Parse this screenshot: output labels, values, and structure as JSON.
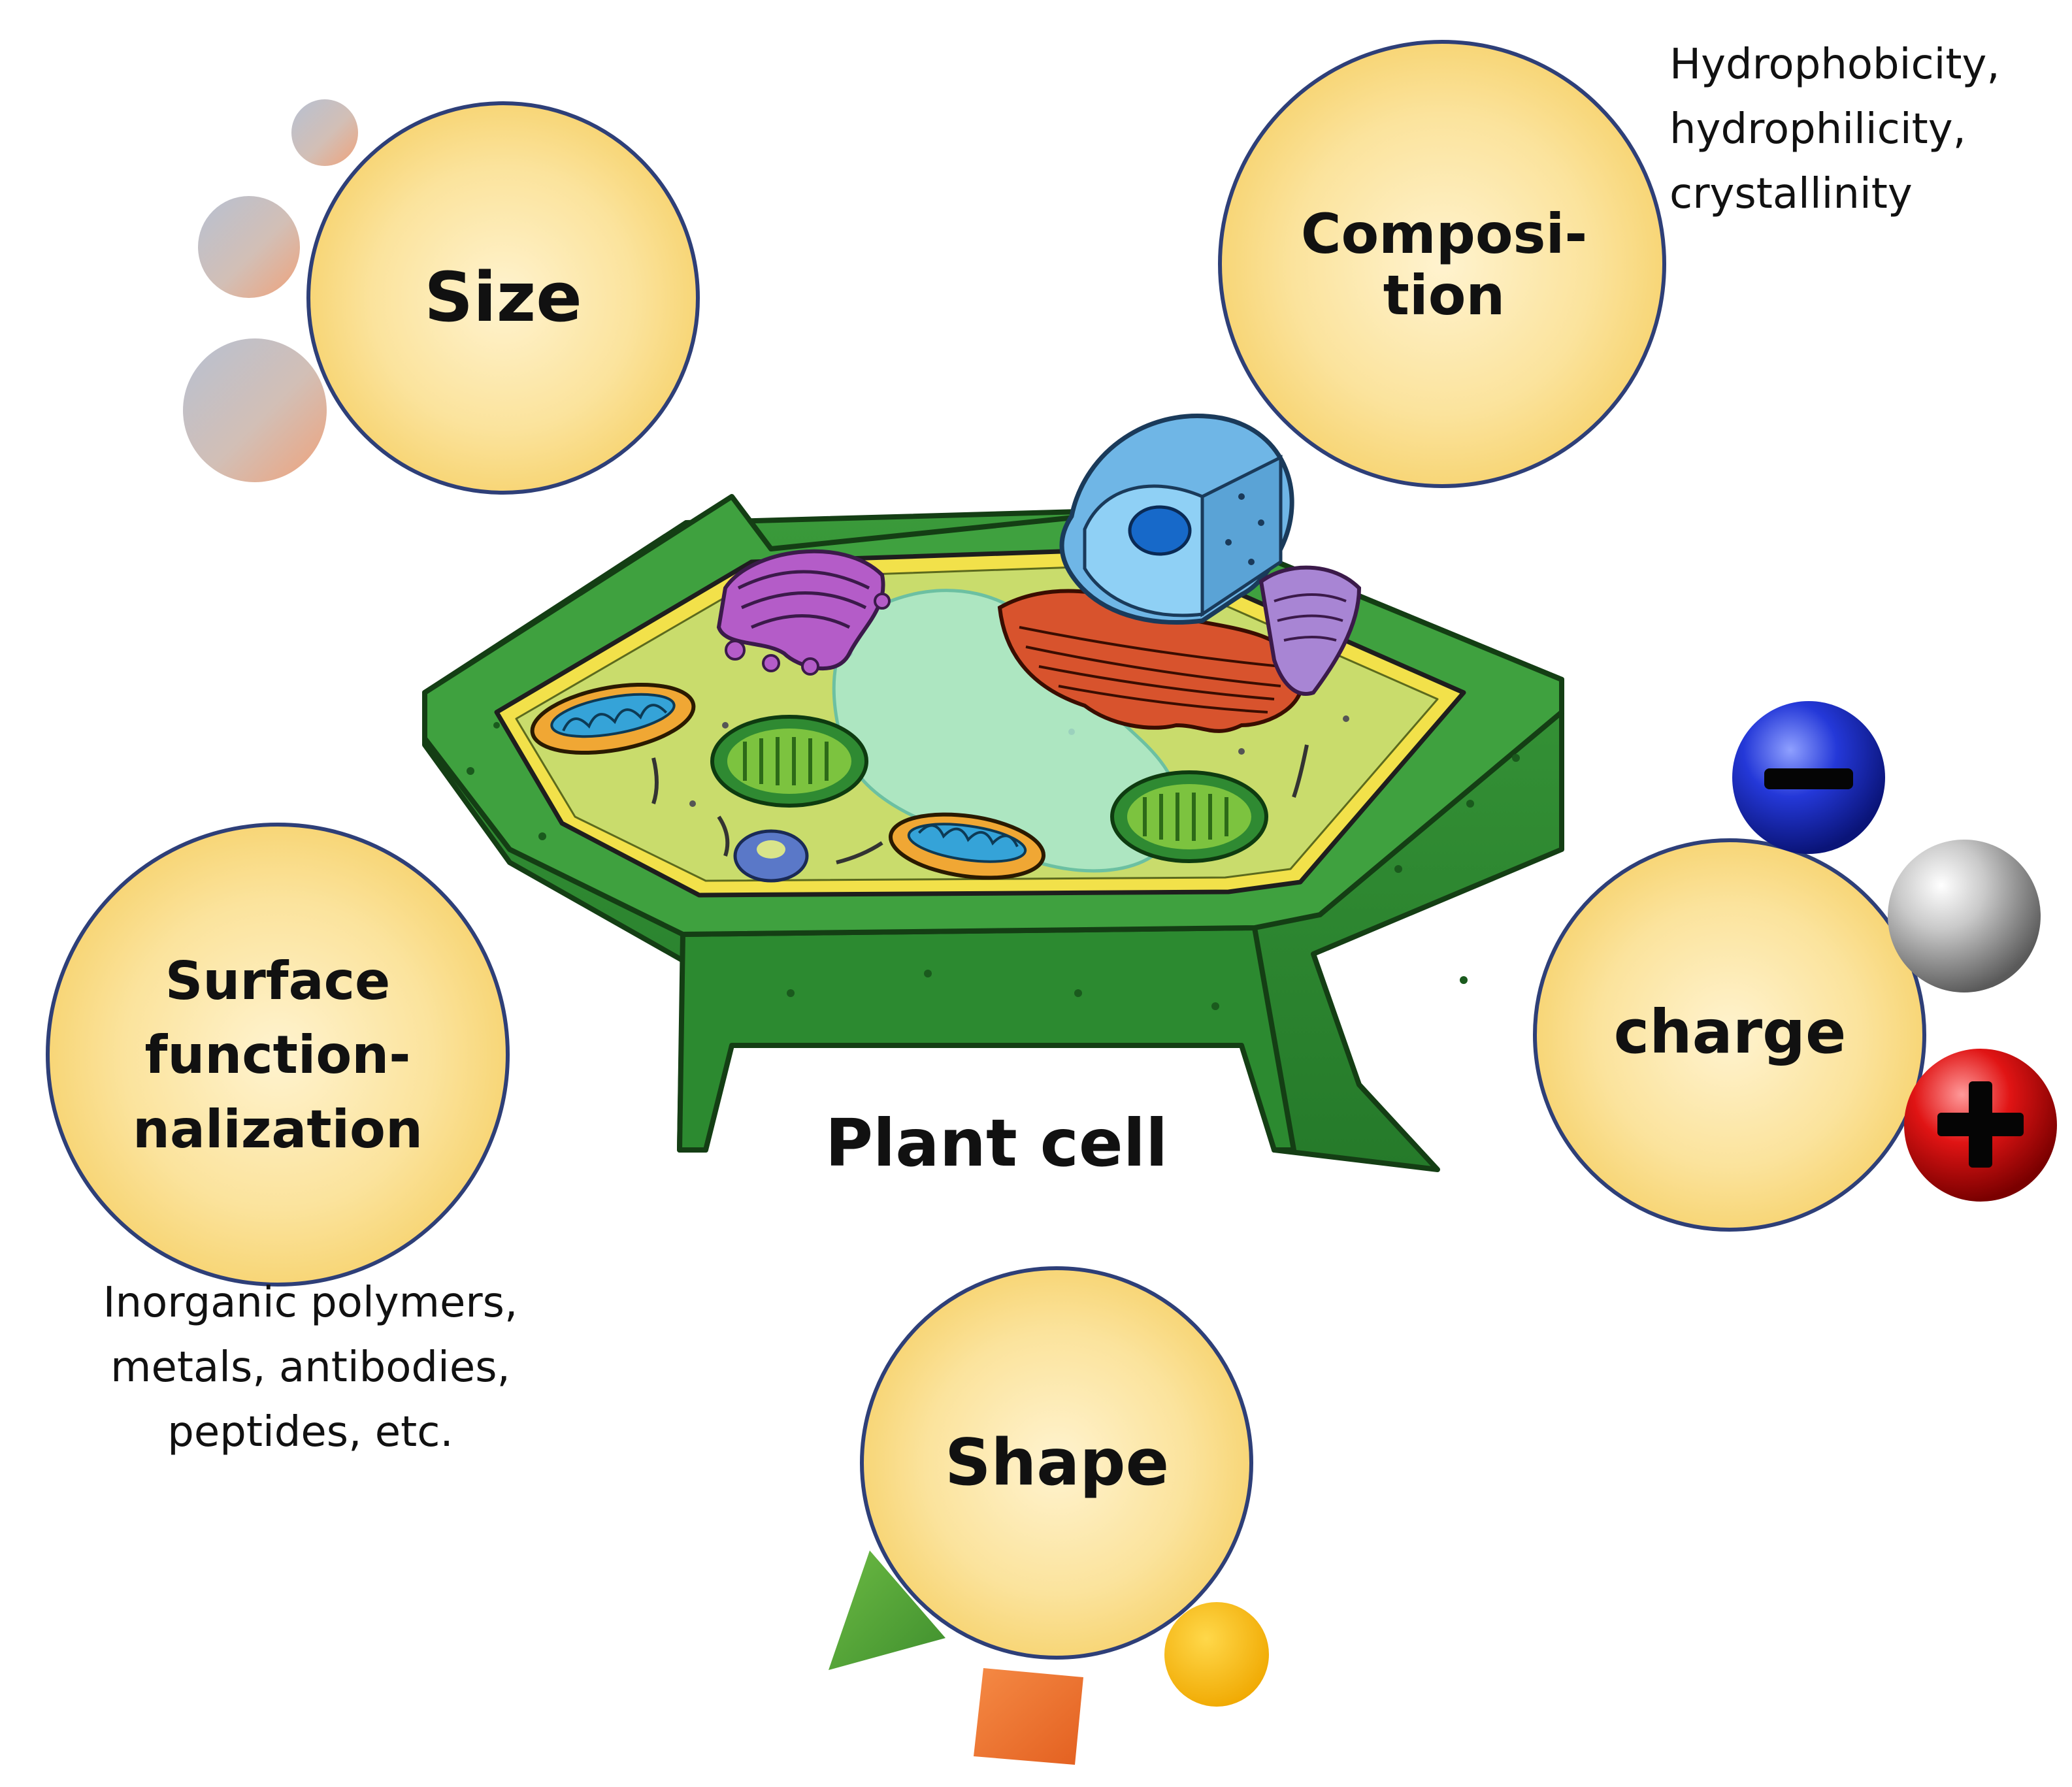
{
  "diagram": {
    "center": {
      "label": "Plant cell"
    },
    "properties": [
      {
        "id": "size",
        "label": "Size"
      },
      {
        "id": "composition",
        "label_lines": [
          "Composi-",
          "tion"
        ],
        "note_lines": [
          "Hydrophobicity,",
          "hydrophilicity,",
          "crystallinity"
        ]
      },
      {
        "id": "surface",
        "label_lines": [
          "Surface",
          "function-",
          "nalization"
        ],
        "note_lines": [
          "Inorganic polymers,",
          "metals, antibodies,",
          "peptides, etc."
        ]
      },
      {
        "id": "charge",
        "label": "charge"
      },
      {
        "id": "shape",
        "label": "Shape"
      }
    ]
  },
  "colors": {
    "property_circle_fill_center": "#fff1c8",
    "property_circle_fill_edge": "#f8d779",
    "property_circle_stroke": "#2e3f78",
    "cell_wall": "#2f8a32",
    "cytoplasm": "#c9dc6c",
    "membrane": "#f2e14a",
    "vacuole": "#a8e8d0",
    "nucleus": "#6fb6e6",
    "er": "#d8532d",
    "golgi": "#b45cc8",
    "mitochondria": "#f0a734",
    "chloroplast": "#4ea83a",
    "charge_negative": "#1f34d6",
    "charge_neutral": "#b8b8b8",
    "charge_positive": "#e01414",
    "shape_triangle": "#5aa53c",
    "shape_square": "#ef7a35",
    "shape_circle": "#f5b90f"
  },
  "icons": {
    "size": "size-spheres-icon",
    "charge_negative": "minus-sphere-icon",
    "charge_neutral": "neutral-sphere-icon",
    "charge_positive": "plus-sphere-icon",
    "shape_triangle": "triangle-icon",
    "shape_square": "square-icon",
    "shape_circle": "circle-icon"
  }
}
